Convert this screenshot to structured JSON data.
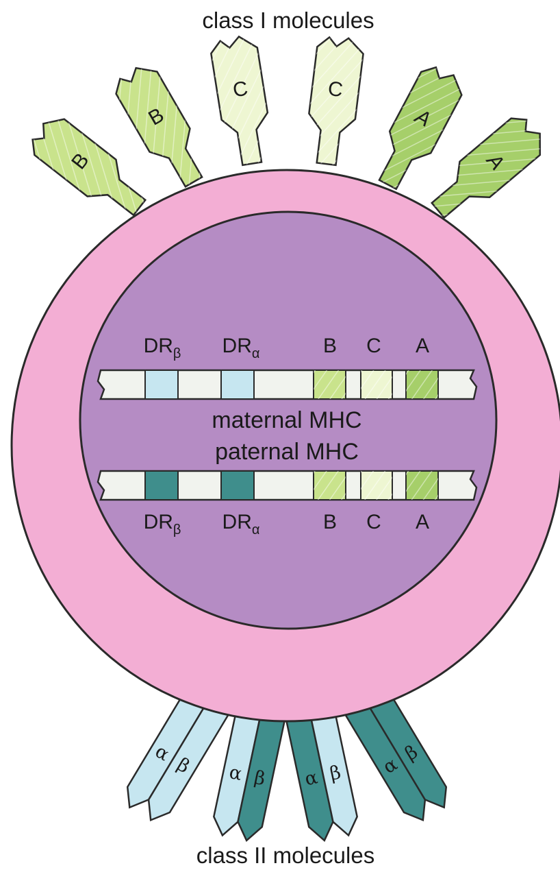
{
  "title_top": "class I molecules",
  "title_bottom": "class II molecules",
  "maternal_label": "maternal MHC",
  "paternal_label": "paternal MHC",
  "colors": {
    "cell": "#f3aed4",
    "nucleus": "#b58cc4",
    "chromosome": "#f1f3ee",
    "class_i_dark": "#a6cf6a",
    "class_i_mid": "#c9e38c",
    "class_i_light": "#eef6d2",
    "class_ii_light": "#c6e6f0",
    "class_ii_dark": "#3f8e8c",
    "outline": "#2a2a2a"
  },
  "maternal_genes": [
    {
      "main": "DR",
      "sub": "β",
      "color": "#c6e6f0"
    },
    {
      "main": "DR",
      "sub": "α",
      "color": "#c6e6f0"
    },
    {
      "main": "B",
      "sub": "",
      "color": "#c9e38c"
    },
    {
      "main": "C",
      "sub": "",
      "color": "#eef6d2"
    },
    {
      "main": "A",
      "sub": "",
      "color": "#a6cf6a"
    }
  ],
  "paternal_genes": [
    {
      "main": "DR",
      "sub": "β",
      "color": "#3f8e8c"
    },
    {
      "main": "DR",
      "sub": "α",
      "color": "#3f8e8c"
    },
    {
      "main": "B",
      "sub": "",
      "color": "#c9e38c"
    },
    {
      "main": "C",
      "sub": "",
      "color": "#eef6d2"
    },
    {
      "main": "A",
      "sub": "",
      "color": "#a6cf6a"
    }
  ],
  "class_i_molecules": [
    {
      "label": "B",
      "color": "#c9e38c"
    },
    {
      "label": "B",
      "color": "#c9e38c"
    },
    {
      "label": "C",
      "color": "#eef6d2"
    },
    {
      "label": "C",
      "color": "#eef6d2"
    },
    {
      "label": "A",
      "color": "#a6cf6a"
    },
    {
      "label": "A",
      "color": "#a6cf6a"
    }
  ],
  "class_ii_molecules": [
    {
      "alpha": "α",
      "beta": "β",
      "alpha_color": "#c6e6f0",
      "beta_color": "#c6e6f0"
    },
    {
      "alpha": "α",
      "beta": "β",
      "alpha_color": "#c6e6f0",
      "beta_color": "#3f8e8c"
    },
    {
      "alpha": "α",
      "beta": "β",
      "alpha_color": "#3f8e8c",
      "beta_color": "#c6e6f0"
    },
    {
      "alpha": "α",
      "beta": "β",
      "alpha_color": "#3f8e8c",
      "beta_color": "#3f8e8c"
    }
  ]
}
